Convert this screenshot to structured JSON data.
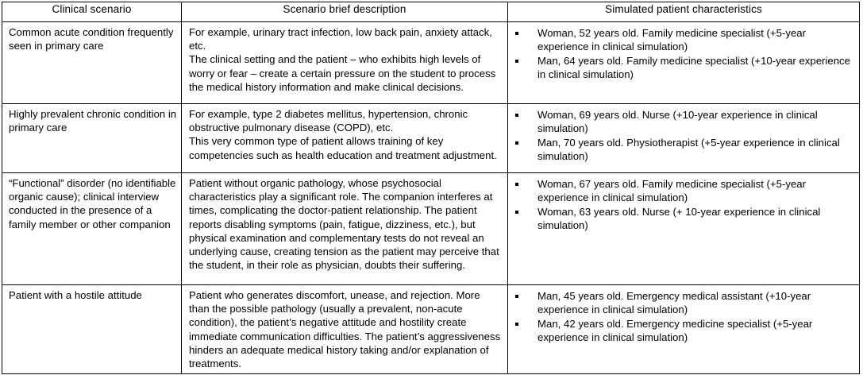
{
  "table": {
    "columns": [
      {
        "key": "clinical_scenario",
        "label": "Clinical scenario"
      },
      {
        "key": "scenario_brief_description",
        "label": "Scenario brief description"
      },
      {
        "key": "simulated_patient_characteristics",
        "label": "Simulated patient characteristics"
      }
    ],
    "rows": [
      {
        "scenario": "Common acute condition frequently seen in primary care",
        "description": "For example, urinary tract infection, low back pain, anxiety attack, etc.\nThe clinical setting and the patient – who exhibits high levels of worry or fear – create a certain pressure on the student to process the medical history information and make clinical decisions.",
        "characteristics": [
          "Woman, 52 years old. Family medicine specialist (+5-year experience in clinical simulation)",
          "Man, 64 years old. Family medicine specialist (+10-year experience in clinical simulation)"
        ]
      },
      {
        "scenario": "Highly prevalent chronic condition in primary care",
        "description": "For example, type 2 diabetes mellitus, hypertension, chronic obstructive pulmonary disease (COPD), etc.\nThis very common type of patient allows training of key competencies such as health education and treatment adjustment.",
        "characteristics": [
          "Woman, 69 years old. Nurse (+10-year experience in clinical simulation)",
          "Man, 70 years old. Physiotherapist (+5-year experience in clinical simulation)"
        ]
      },
      {
        "scenario": "“Functional” disorder (no identifiable organic cause); clinical interview conducted in the presence of a family member or other companion",
        "description": "Patient without organic pathology, whose psychosocial characteristics play a significant role. The companion interferes at times, complicating the doctor-patient relationship. The patient reports disabling symptoms (pain, fatigue, dizziness, etc.), but physical examination and complementary tests do not reveal an underlying cause, creating tension as the patient may perceive that the student, in their role as physician, doubts their suffering.",
        "characteristics": [
          "Woman, 67 years old. Family medicine specialist (+5-year experience in clinical simulation)",
          "Woman, 63 years old. Nurse (+ 10-year experience in clinical simulation)"
        ]
      },
      {
        "scenario": "Patient with a hostile attitude",
        "description": "Patient who generates discomfort, unease, and rejection. More than the possible pathology (usually a prevalent, non-acute condition), the patient’s negative attitude and hostility create immediate communication difficulties. The patient’s aggressiveness hinders an adequate medical history taking and/or explanation of treatments.",
        "characteristics": [
          "Man, 45 years old. Emergency medical assistant (+10-year experience in clinical simulation)",
          "Man, 42 years old. Emergency medicine specialist (+5-year experience in clinical simulation)"
        ]
      }
    ]
  },
  "style": {
    "border_color": "#000000",
    "text_color": "#000000",
    "background": "#ffffff",
    "bullet_glyph": "square-bullet"
  }
}
